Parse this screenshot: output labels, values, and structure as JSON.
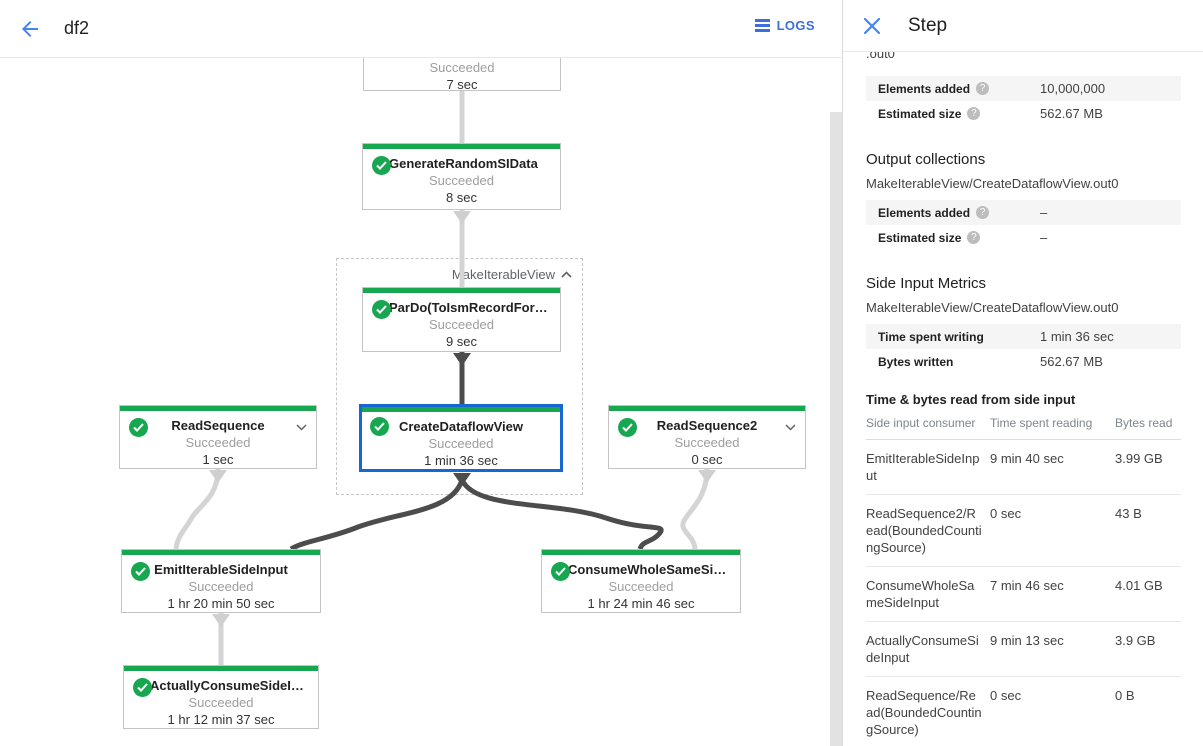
{
  "toolbar": {
    "title": "df2",
    "logs_label": "LOGS"
  },
  "colors": {
    "accent_blue": "#3c6fdb",
    "selected_border": "#1766d1",
    "success_green": "#17a750",
    "edge_gray": "#d4d4d4",
    "edge_dark": "#4c4c4c"
  },
  "graph": {
    "group_label": "MakeIterableView",
    "nodes": {
      "top": {
        "status": "Succeeded",
        "duration": "7 sec"
      },
      "generate": {
        "title": "GenerateRandomSIData",
        "status": "Succeeded",
        "duration": "8 sec"
      },
      "pardo": {
        "title": "ParDo(ToIsmRecordFor…",
        "status": "Succeeded",
        "duration": "9 sec"
      },
      "create": {
        "title": "CreateDataflowView",
        "status": "Succeeded",
        "duration": "1 min 36 sec"
      },
      "readseq": {
        "title": "ReadSequence",
        "status": "Succeeded",
        "duration": "1 sec"
      },
      "readseq2": {
        "title": "ReadSequence2",
        "status": "Succeeded",
        "duration": "0 sec"
      },
      "emit": {
        "title": "EmitIterableSideInput",
        "status": "Succeeded",
        "duration": "1 hr 20 min 50 sec"
      },
      "consume": {
        "title": "ConsumeWholeSameSi…",
        "status": "Succeeded",
        "duration": "1 hr 24 min 46 sec"
      },
      "actually": {
        "title": "ActuallyConsumeSideI…",
        "status": "Succeeded",
        "duration": "1 hr 12 min 37 sec"
      }
    }
  },
  "panel": {
    "title": "Step",
    "clipped_line": ".out0",
    "input_metrics": {
      "rows": [
        {
          "label": "Elements added",
          "value": "10,000,000"
        },
        {
          "label": "Estimated size",
          "value": "562.67 MB"
        }
      ]
    },
    "output_collections": {
      "heading": "Output collections",
      "collection": "MakeIterableView/CreateDataflowView.out0",
      "rows": [
        {
          "label": "Elements added",
          "value": "–"
        },
        {
          "label": "Estimated size",
          "value": "–"
        }
      ]
    },
    "side_input_metrics": {
      "heading": "Side Input Metrics",
      "collection": "MakeIterableView/CreateDataflowView.out0",
      "rows": [
        {
          "label": "Time spent writing",
          "value": "1 min 36 sec"
        },
        {
          "label": "Bytes written",
          "value": "562.67 MB"
        }
      ]
    },
    "side_input_table": {
      "heading": "Time & bytes read from side input",
      "columns": [
        "Side input consumer",
        "Time spent reading",
        "Bytes read"
      ],
      "rows": [
        [
          "EmitIterableSideInput",
          "9 min 40 sec",
          "3.99 GB"
        ],
        [
          "ReadSequence2/Read(BoundedCountingSource)",
          "0 sec",
          "43 B"
        ],
        [
          "ConsumeWholeSameSideInput",
          "7 min 46 sec",
          "4.01 GB"
        ],
        [
          "ActuallyConsumeSideInput",
          "9 min 13 sec",
          "3.9 GB"
        ],
        [
          "ReadSequence/Read(BoundedCountingSource)",
          "0 sec",
          "0 B"
        ]
      ]
    }
  }
}
